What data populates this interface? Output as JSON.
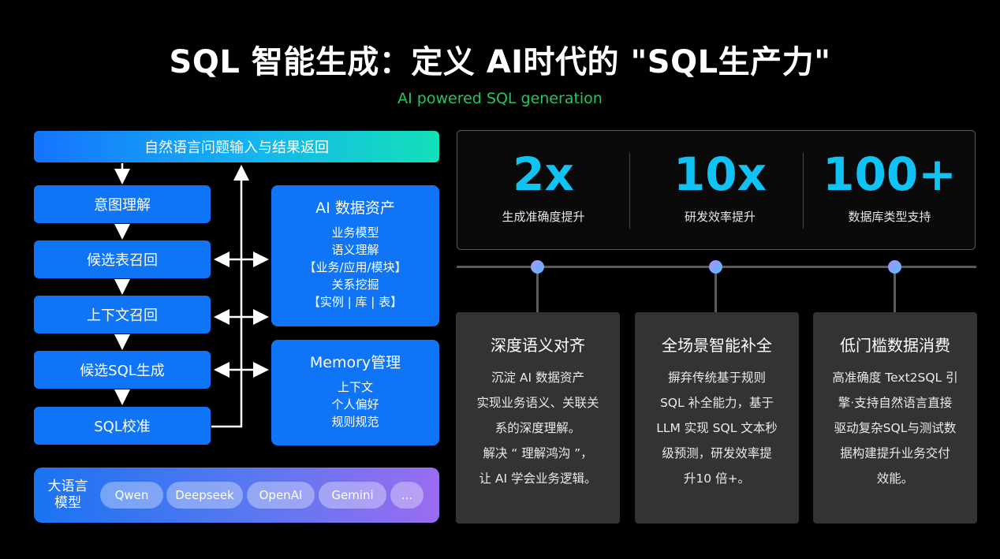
{
  "header": {
    "title": "SQL 智能生成：定义 AI时代的 \"SQL生产力\"",
    "subtitle": "AI powered SQL generation"
  },
  "flow": {
    "top_bar": "自然语言问题输入与结果返回",
    "steps": [
      "意图理解",
      "候选表召回",
      "上下文召回",
      "候选SQL生成",
      "SQL校准"
    ]
  },
  "assets_panel": {
    "title": "AI 数据资产",
    "lines": [
      "业务模型",
      "语义理解",
      "【业务/应用/模块】",
      "关系挖掘",
      "【实例 | 库 | 表】"
    ]
  },
  "memory_panel": {
    "title": "Memory管理",
    "lines": [
      "上下文",
      "个人偏好",
      "规则规范"
    ]
  },
  "llm": {
    "label": "大语言模型",
    "models": [
      "Qwen",
      "Deepseek",
      "OpenAI",
      "Gemini",
      "..."
    ]
  },
  "stats": [
    {
      "value": "2x",
      "label": "生成准确度提升"
    },
    {
      "value": "10x",
      "label": "研发效率提升"
    },
    {
      "value": "100+",
      "label": "数据库类型支持"
    }
  ],
  "cards": [
    {
      "title": "深度语义对齐",
      "lines": [
        "沉淀 AI 数据资产",
        "实现业务语义、关联关",
        "系的深度理解。",
        "解决 “ 理解鸿沟 ”，",
        "让 AI 学会业务逻辑。"
      ]
    },
    {
      "title": "全场景智能补全",
      "lines": [
        "摒弃传统基于规则",
        "SQL 补全能力，基于",
        "LLM 实现 SQL 文本秒",
        "级预测，研发效率提",
        "升10 倍+。"
      ]
    },
    {
      "title": "低门槛数据消费",
      "lines": [
        "高准确度 Text2SQL 引",
        "擎·支持自然语言直接",
        "驱动复杂SQL与测试数",
        "据构建提升业务交付",
        "效能。"
      ]
    }
  ],
  "colors": {
    "accent": "#10c3f5",
    "step_blue": "#0f74f5",
    "subtitle_green": "#21c760",
    "card_bg": "#333336"
  }
}
